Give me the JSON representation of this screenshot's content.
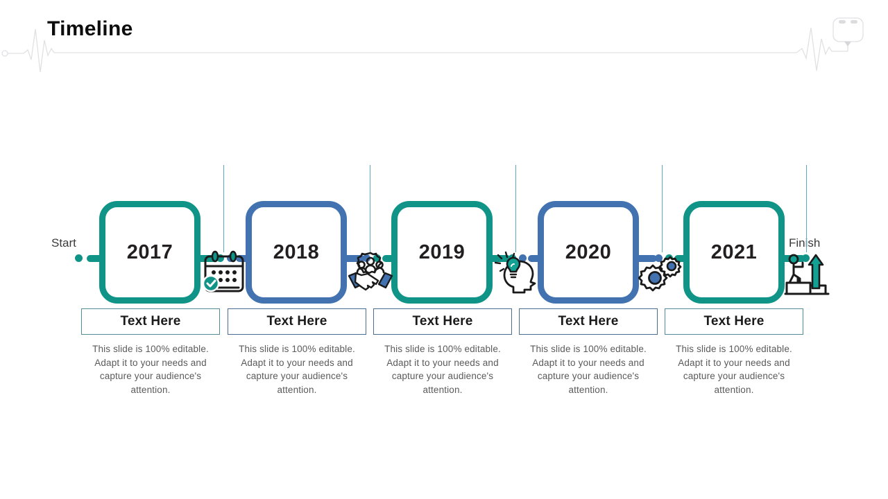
{
  "slide": {
    "title": "Timeline",
    "start_label": "Start",
    "finish_label": "Finish"
  },
  "colors": {
    "teal": "#119488",
    "blue": "#4272b0",
    "drop_line": "#5ba8bf",
    "year_text": "#231f20",
    "body_text": "#5a5a5a",
    "heading_border_teal": "#4f8e96",
    "heading_border_blue": "#4a6b93",
    "decoration": "#e3e3e6"
  },
  "milestones": [
    {
      "year": "2017",
      "accent": "teal",
      "icon": "calendar-check-icon",
      "heading": "Text Here",
      "body": "This slide is 100% editable. Adapt it to your needs and capture your audience's attention."
    },
    {
      "year": "2018",
      "accent": "blue",
      "icon": "handshake-gear-icon",
      "heading": "Text Here",
      "body": "This slide is 100% editable. Adapt it to your needs and capture your audience's attention."
    },
    {
      "year": "2019",
      "accent": "teal",
      "icon": "head-lightbulb-idea-icon",
      "heading": "Text Here",
      "body": "This slide is 100% editable. Adapt it to your needs and capture your audience's attention."
    },
    {
      "year": "2020",
      "accent": "blue",
      "icon": "gears-icon",
      "heading": "Text Here",
      "body": "This slide is 100% editable. Adapt it to your needs and capture your audience's attention."
    },
    {
      "year": "2021",
      "accent": "teal",
      "icon": "person-stairs-growth-arrow-icon",
      "heading": "Text Here",
      "body": "This slide is 100% editable. Adapt it to your needs and capture your audience's attention."
    }
  ]
}
